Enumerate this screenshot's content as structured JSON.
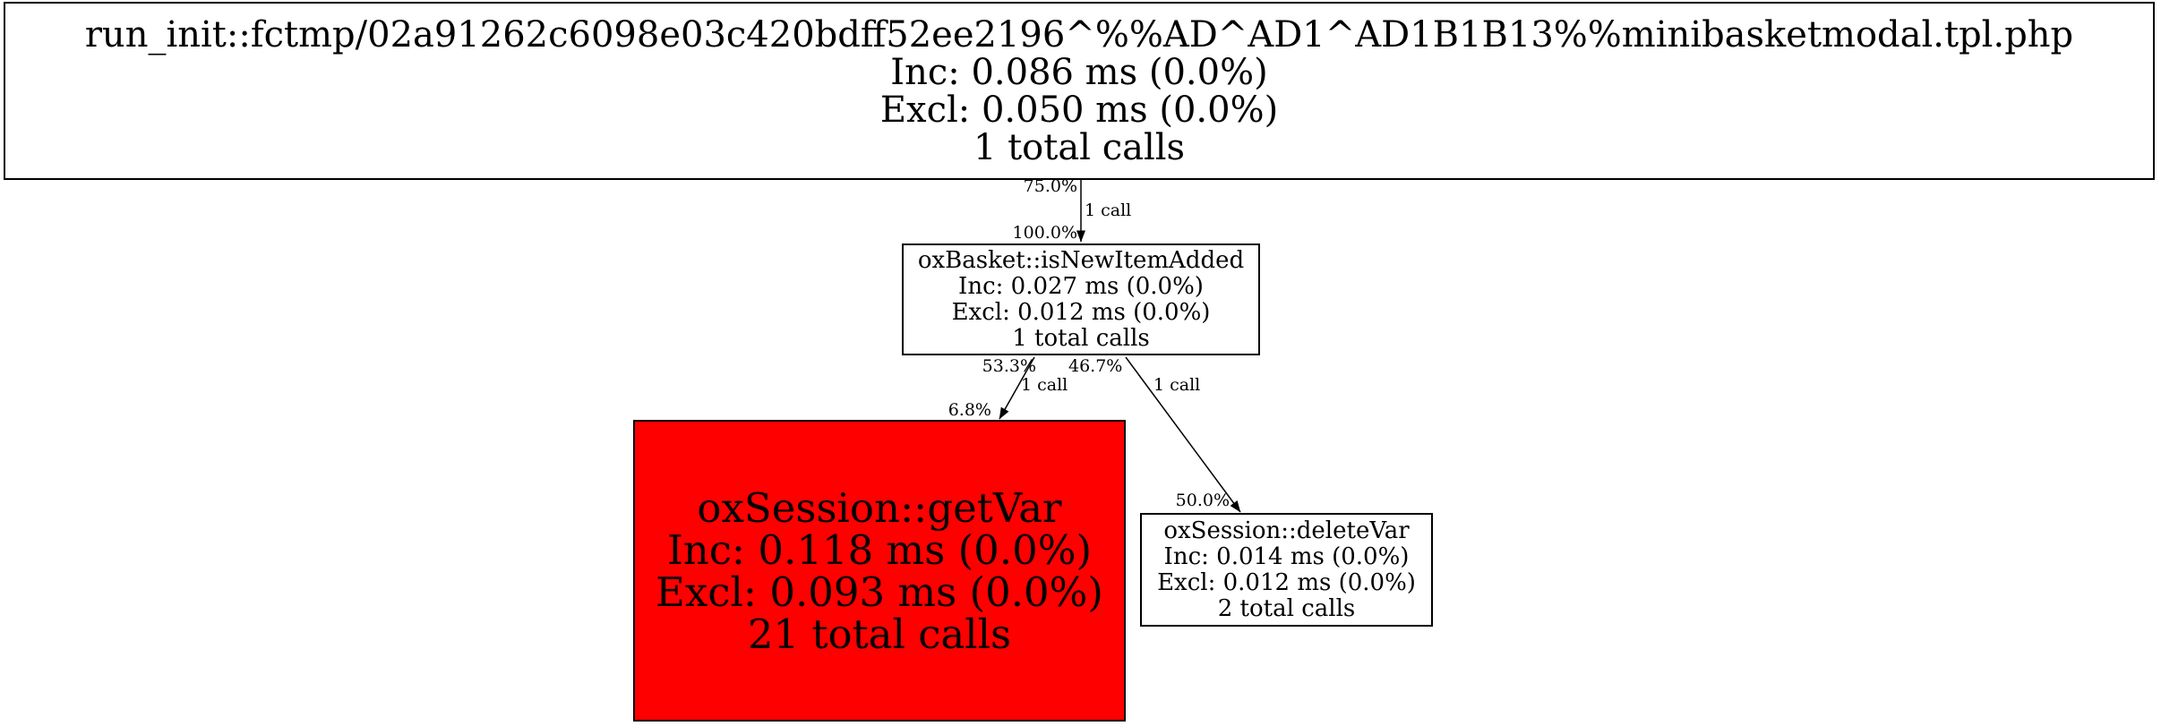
{
  "graph": {
    "nodes": {
      "root": {
        "title": "run_init::fctmp/02a91262c6098e03c420bdff52ee2196^%%AD^AD1^AD1B1B13%%minibasketmodal.tpl.php",
        "inc": "Inc: 0.086 ms (0.0%)",
        "excl": "Excl: 0.050 ms (0.0%)",
        "calls": "1 total calls",
        "fill": "#ffffff"
      },
      "is_new_item_added": {
        "title": "oxBasket::isNewItemAdded",
        "inc": "Inc: 0.027 ms (0.0%)",
        "excl": "Excl: 0.012 ms (0.0%)",
        "calls": "1 total calls",
        "fill": "#ffffff"
      },
      "get_var": {
        "title": "oxSession::getVar",
        "inc": "Inc: 0.118 ms (0.0%)",
        "excl": "Excl: 0.093 ms (0.0%)",
        "calls": "21 total calls",
        "fill": "#ff0000"
      },
      "delete_var": {
        "title": "oxSession::deleteVar",
        "inc": "Inc: 0.014 ms (0.0%)",
        "excl": "Excl: 0.012 ms (0.0%)",
        "calls": "2 total calls",
        "fill": "#ffffff"
      }
    },
    "edges": {
      "root_to_is_new_item_added": {
        "caller_pct": "75.0%",
        "calls": "1 call",
        "callee_pct": "100.0%"
      },
      "is_new_item_added_to_get_var": {
        "caller_pct": "53.3%",
        "calls": "1 call",
        "callee_pct": "6.8%"
      },
      "is_new_item_added_to_delete_var": {
        "caller_pct": "46.7%",
        "calls": "1 call",
        "callee_pct": "50.0%"
      }
    },
    "colors": {
      "hot_node_fill": "#ff0000",
      "node_fill": "#ffffff",
      "border": "#000000",
      "text": "#000000"
    }
  }
}
